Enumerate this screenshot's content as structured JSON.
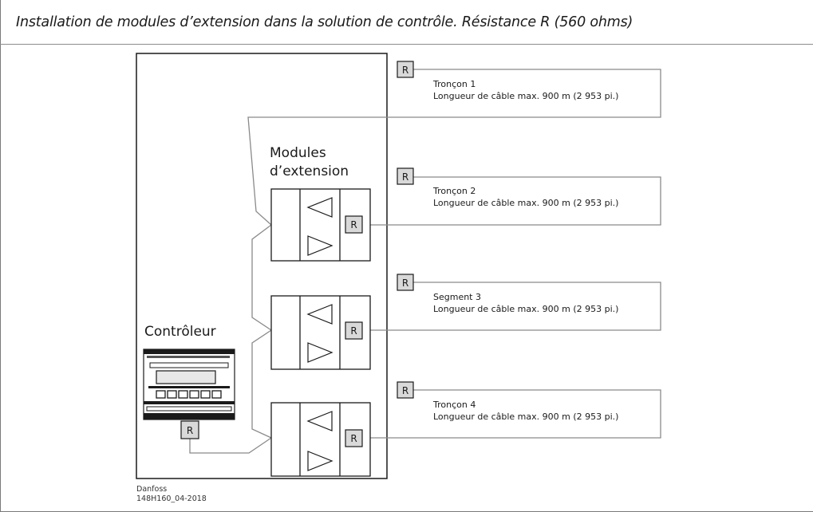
{
  "title": "Installation de modules d’extension dans la solution de contrôle. Résistance R (560 ohms)",
  "resistor_label": "R",
  "modules_label_line1": "Modules",
  "modules_label_line2": "d’extension",
  "controller_label": "Contrôleur",
  "segments": [
    {
      "name": "Tronçon 1",
      "length": "Longueur de câble max. 900 m (2 953 pi.)"
    },
    {
      "name": "Tronçon 2",
      "length": "Longueur de câble max. 900 m (2 953 pi.)"
    },
    {
      "name": "Segment 3",
      "length": "Longueur de câble max. 900 m (2 953 pi.)"
    },
    {
      "name": "Tronçon 4",
      "length": "Longueur de câble max. 900 m (2 953 pi.)"
    }
  ],
  "credit_line1": "Danfoss",
  "credit_line2": "148H160_04-2018",
  "colors": {
    "line": "#8a8a8a",
    "box_fill": "#d9d9d9",
    "text": "#1a1a1a"
  }
}
